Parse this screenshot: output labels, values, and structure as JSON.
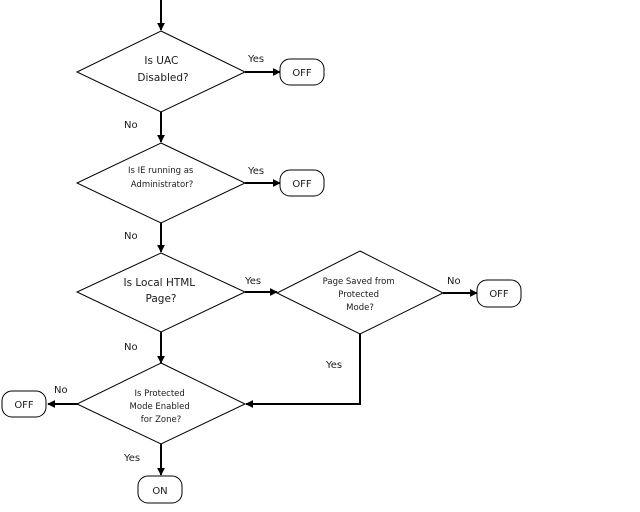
{
  "diagram": {
    "decisions": {
      "uac": [
        "Is UAC",
        "Disabled?"
      ],
      "ie_admin": [
        "Is IE running as",
        "Administrator?"
      ],
      "local_html": [
        "Is Local HTML",
        "Page?"
      ],
      "page_saved": [
        "Page Saved from",
        "Protected",
        "Mode?"
      ],
      "protected_mode": [
        "Is Protected",
        "Mode Enabled",
        "for Zone?"
      ]
    },
    "terminals": {
      "off_1": "OFF",
      "off_2": "OFF",
      "off_3": "OFF",
      "off_4": "OFF",
      "on": "ON"
    },
    "edge_labels": {
      "uac_yes": "Yes",
      "uac_no": "No",
      "ie_admin_yes": "Yes",
      "ie_admin_no": "No",
      "local_html_yes": "Yes",
      "local_html_no": "No",
      "page_saved_no": "No",
      "page_saved_yes": "Yes",
      "protected_mode_no": "No",
      "protected_mode_yes": "Yes"
    }
  }
}
